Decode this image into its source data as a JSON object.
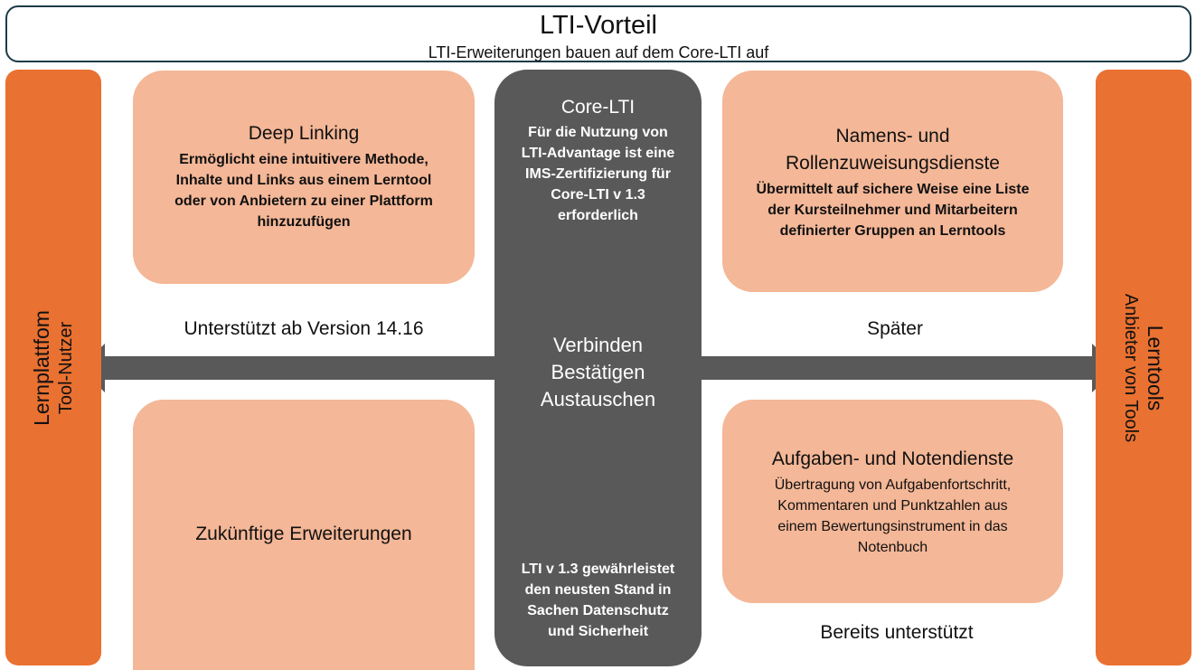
{
  "header": {
    "title": "LTI-Vorteil",
    "subtitle": "LTI-Erweiterungen bauen auf dem Core-LTI auf"
  },
  "left_side": {
    "line1": "Lernplattfom",
    "line2": "Tool-Nutzer"
  },
  "right_side": {
    "line1": "Lerntools",
    "line2": "Anbieter von Tools"
  },
  "deep_linking": {
    "title": "Deep Linking",
    "lines": [
      "Ermöglicht eine intuitivere Methode,",
      "Inhalte und Links aus einem Lerntool",
      "oder von Anbietern zu einer Plattform",
      "hinzuzufügen"
    ]
  },
  "names_roles": {
    "title_lines": [
      "Namens- und",
      "Rollenzuweisungsdienste"
    ],
    "lines": [
      "Übermittelt auf sichere Weise eine Liste",
      "der Kursteilnehmer und Mitarbeitern",
      "definierter Gruppen an Lerntools"
    ]
  },
  "future": {
    "title": "Zukünftige Erweiterungen"
  },
  "assignments": {
    "title": "Aufgaben- und Notendienste",
    "lines": [
      "Übertragung von Aufgabenfortschritt,",
      "Kommentaren und Punktzahlen aus",
      "einem Bewertungsinstrument in das",
      "Notenbuch"
    ]
  },
  "core": {
    "title": "Core-LTI",
    "lines": [
      "Für die Nutzung von",
      "LTI-Advantage ist eine",
      "IMS-Zertifizierung für",
      "Core-LTI v 1.3",
      "erforderlich"
    ],
    "center_lines": [
      "Verbinden",
      "Bestätigen",
      "Austauschen"
    ],
    "bottom_lines": [
      "LTI v 1.3 gewährleistet",
      "den neusten Stand in",
      "Sachen Datenschutz",
      "und Sicherheit"
    ]
  },
  "labels": {
    "left": "Unterstützt ab Version 14.16",
    "right": "Später",
    "bottom": "Bereits unterstützt"
  },
  "colors": {
    "side": "#e97131",
    "box": "#f4b797",
    "core": "#595959",
    "arrow": "#595959",
    "header_border": "#1d3b4a"
  }
}
